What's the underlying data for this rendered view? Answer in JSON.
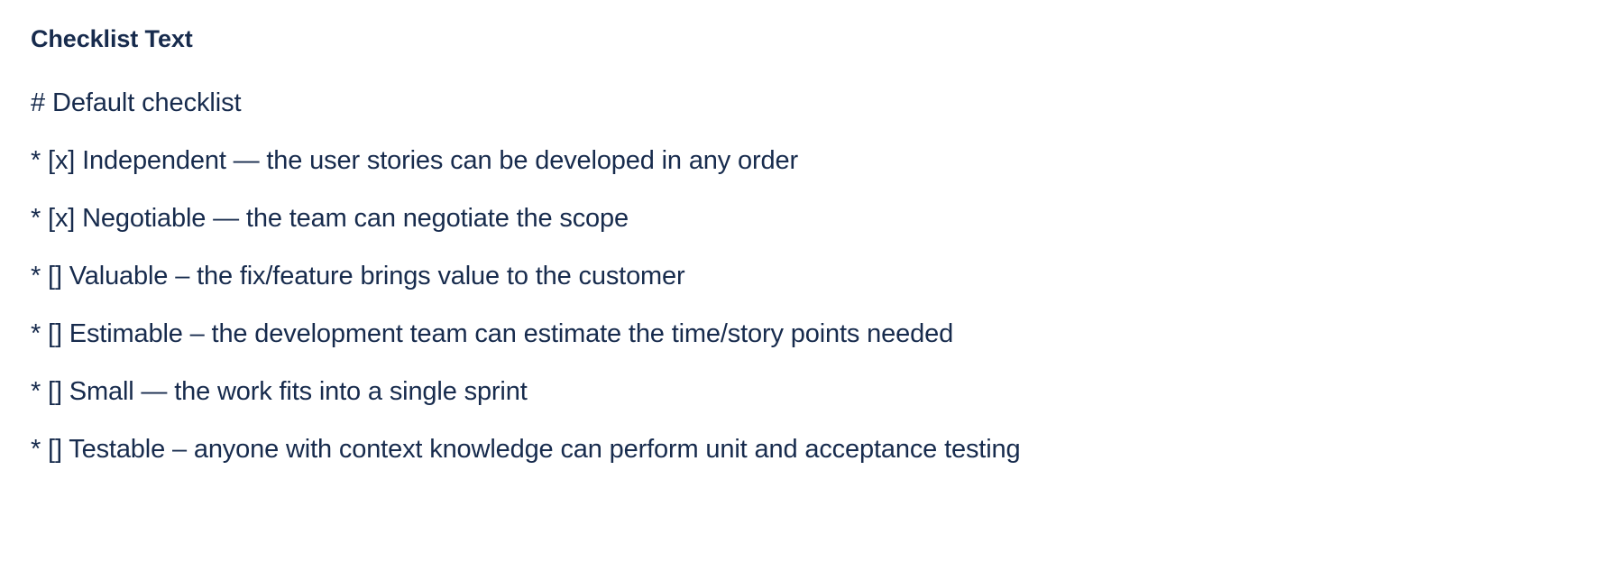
{
  "panel": {
    "label": "Checklist Text",
    "background_color": "#FFFFFF",
    "text_color": "#172B4D"
  },
  "checklist": {
    "lines": [
      {
        "text": "# Default checklist",
        "kind": "markdown-heading",
        "checked": null
      },
      {
        "text": "* [x] Independent — the user stories can be developed in any order",
        "kind": "checklist-item",
        "checked": true
      },
      {
        "text": "* [x] Negotiable — the team can negotiate the scope",
        "kind": "checklist-item",
        "checked": true
      },
      {
        "text": "* [] Valuable – the fix/feature brings value to the customer",
        "kind": "checklist-item",
        "checked": false
      },
      {
        "text": "* [] Estimable – the development team can estimate the time/story points needed",
        "kind": "checklist-item",
        "checked": false
      },
      {
        "text": "* [] Small — the work fits into a single sprint",
        "kind": "checklist-item",
        "checked": false
      },
      {
        "text": "* [] Testable – anyone with context knowledge can perform unit and acceptance testing",
        "kind": "checklist-item",
        "checked": false
      }
    ]
  }
}
